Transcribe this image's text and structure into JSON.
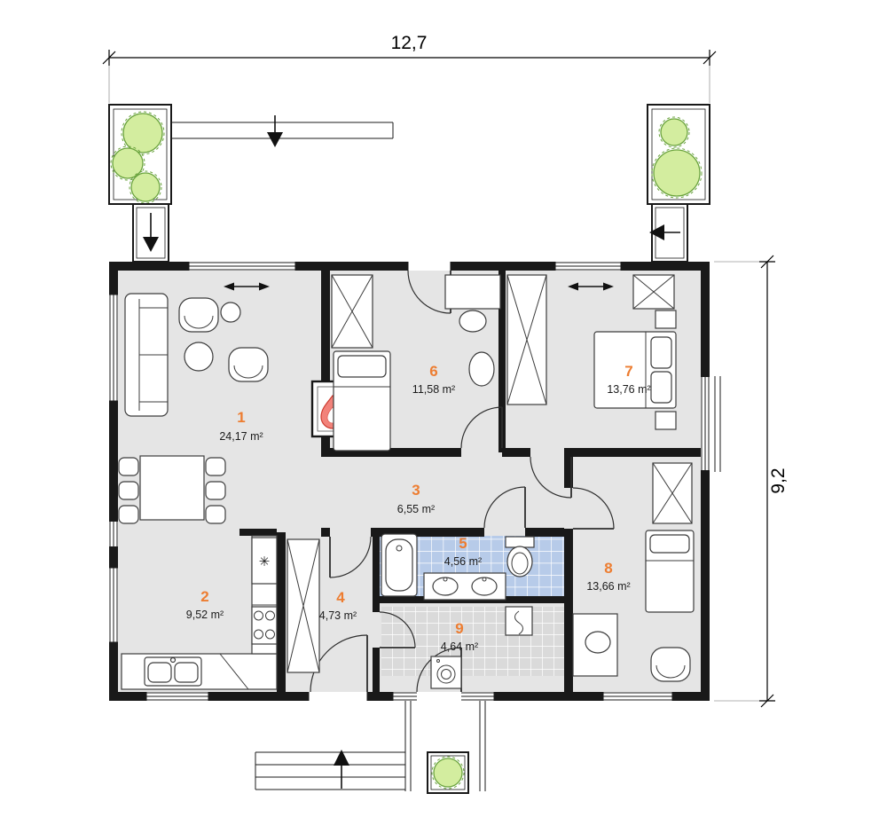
{
  "dims": {
    "width_label": "12,7",
    "height_label": "9,2"
  },
  "rooms": [
    {
      "number": "1",
      "area": "24,17 m²"
    },
    {
      "number": "2",
      "area": "9,52 m²"
    },
    {
      "number": "3",
      "area": "6,55 m²"
    },
    {
      "number": "4",
      "area": "4,73 m²"
    },
    {
      "number": "5",
      "area": "4,56 m²"
    },
    {
      "number": "6",
      "area": "11,58 m²"
    },
    {
      "number": "7",
      "area": "13,76 m²"
    },
    {
      "number": "8",
      "area": "13,66 m²"
    },
    {
      "number": "9",
      "area": "4,64 m²"
    }
  ],
  "symbols": {
    "snowflake": "✳"
  },
  "colors": {
    "wall": "#191919",
    "floor": "#e5e5e5",
    "room_number": "#ed7d31",
    "tree_fill": "#d3ed9f",
    "tree_stroke": "#6aa33d",
    "bath_tile": "#b7cbe9",
    "utility_tile": "#dadada",
    "flame_fill": "#f2827a",
    "flame_stroke": "#cc3b2f"
  }
}
